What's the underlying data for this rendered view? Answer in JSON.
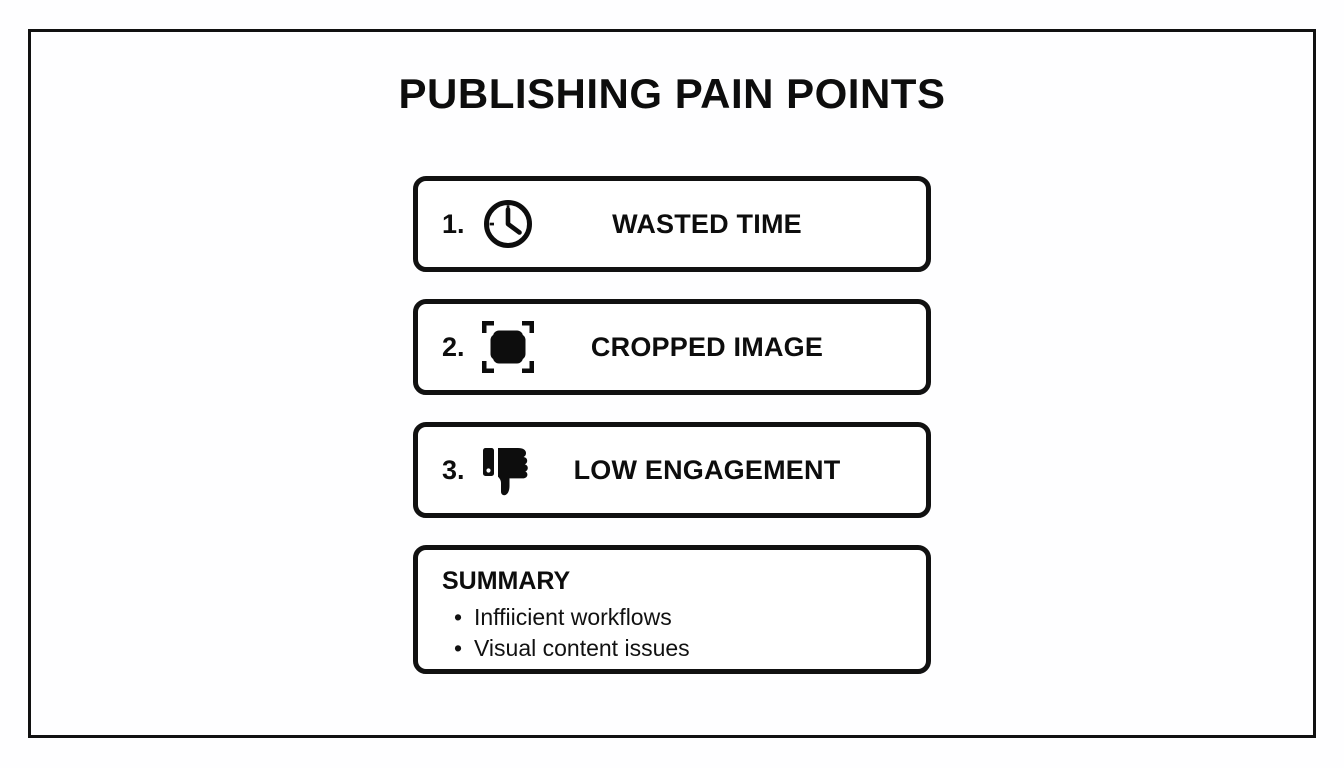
{
  "slide": {
    "title": "PUBLISHING PAIN POINTS",
    "background_color": "#ffffff",
    "frame_color": "#111111",
    "text_color": "#0d0d0d"
  },
  "cards": [
    {
      "number": "1.",
      "icon": "clock-icon",
      "label": "WASTED TIME"
    },
    {
      "number": "2.",
      "icon": "crop-frame-icon",
      "label": "CROPPED IMAGE"
    },
    {
      "number": "3.",
      "icon": "thumbs-down-icon",
      "label": "LOW ENGAGEMENT"
    }
  ],
  "summary": {
    "heading": "SUMMARY",
    "bullet_char": "•",
    "items": [
      "Inffiicient workflows",
      "Visual content issues"
    ]
  }
}
